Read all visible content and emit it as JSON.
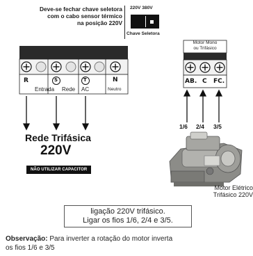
{
  "instruction": {
    "line1": "Deve-se fechar  chave seletora",
    "line2": "com o cabo sensor térmico",
    "line3": "na posição 220V"
  },
  "selector": {
    "voltage_label": "220V 380V",
    "caption": "Chave Seletora"
  },
  "left_terminal": {
    "letters": [
      "R",
      "S",
      "T",
      "N"
    ],
    "sub_labels": [
      "Entrada",
      "Rede",
      "AC",
      "Neutro"
    ]
  },
  "rede": {
    "title": "Rede Trifásica",
    "voltage": "220V",
    "warning": "NÃO UTILIZAR CAPACITOR"
  },
  "motor_terminal": {
    "header_line1": "Motor Mono",
    "header_line2": "ou Trifásico",
    "labels": [
      "AB.",
      "C",
      "FC."
    ]
  },
  "wires": [
    "1/6",
    "2/4",
    "3/5"
  ],
  "motor_caption": {
    "line1": "Motor Elétrico",
    "line2": "Trifásico 220V"
  },
  "note": {
    "line1": "ligação 220V trifásico.",
    "line2": "Ligar os fios 1/6, 2/4 e 3/5."
  },
  "observation": {
    "label": "Observação:",
    "text": " Para inverter a rotação do motor inverta",
    "line2": "os fios 1/6 e 3/5"
  },
  "colors": {
    "terminal_header": "#2a2a2a",
    "terminal_body": "#f2f2f2",
    "ink": "#111111",
    "motor_body": "#9a9a96"
  }
}
